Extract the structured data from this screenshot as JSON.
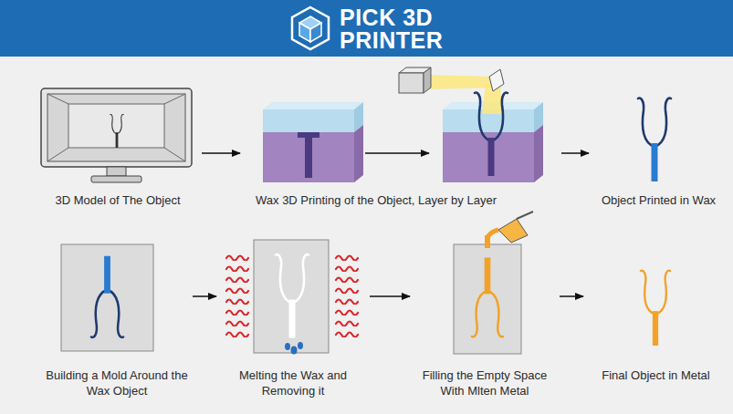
{
  "diagram": {
    "title": "PICK 3D PRINTER",
    "nodes": [
      {
        "text": [
          "3D Model of The Object"
        ]
      },
      {
        "text": [
          "Wax 3D Printing of the Object, Layer by Layer"
        ]
      },
      {
        "text": [
          "Object Printed in Wax"
        ]
      },
      {
        "text": [
          "Building a Mold Around the Wax Object"
        ]
      },
      {
        "text": [
          "Melting the Wax and Removing it"
        ]
      },
      {
        "text": [
          "Filling the Empty Space With Mlten Metal"
        ]
      },
      {
        "text": [
          "Final Object in Metal"
        ]
      }
    ],
    "edges": [
      {
        "from": 0,
        "to": 1,
        "arrow": "to"
      },
      {
        "from": 1,
        "to": 2,
        "arrow": "to"
      },
      {
        "from": 3,
        "to": 4,
        "arrow": "to"
      },
      {
        "from": 4,
        "to": 5,
        "arrow": "to"
      },
      {
        "from": 5,
        "to": 6,
        "arrow": "to"
      }
    ]
  }
}
